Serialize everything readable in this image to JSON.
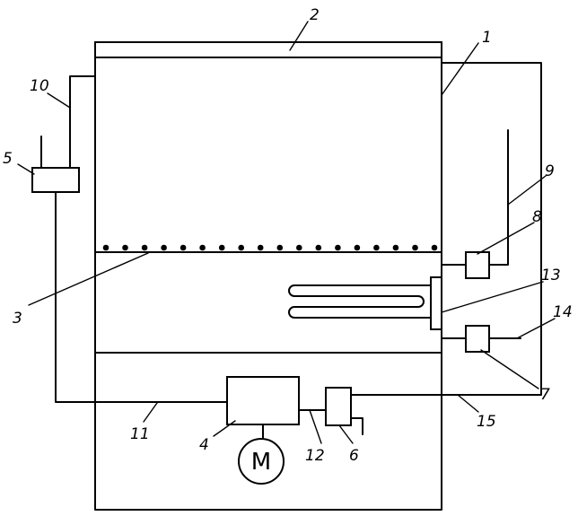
{
  "labels": {
    "l1": "1",
    "l2": "2",
    "l3": "3",
    "l4": "4",
    "l5": "5",
    "l6": "6",
    "l7": "7",
    "l8": "8",
    "l9": "9",
    "l10": "10",
    "l11": "11",
    "l12": "12",
    "l13": "13",
    "l14": "14",
    "l15": "15"
  },
  "motor_label": "M",
  "perforation_holes": 18
}
